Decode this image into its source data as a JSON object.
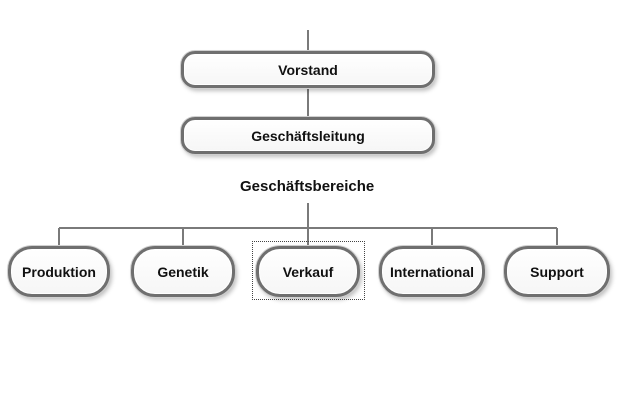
{
  "org_chart": {
    "board": "Vorstand",
    "management": "Geschäftsleitung",
    "divisions_heading": "Geschäftsbereiche",
    "divisions": [
      {
        "label": "Produktion"
      },
      {
        "label": "Genetik"
      },
      {
        "label": "Verkauf",
        "selected": true
      },
      {
        "label": "International"
      },
      {
        "label": "Support"
      }
    ]
  },
  "colors": {
    "line": "#7a7a7a",
    "box_border": "#6f6f6f",
    "text": "#111111"
  }
}
